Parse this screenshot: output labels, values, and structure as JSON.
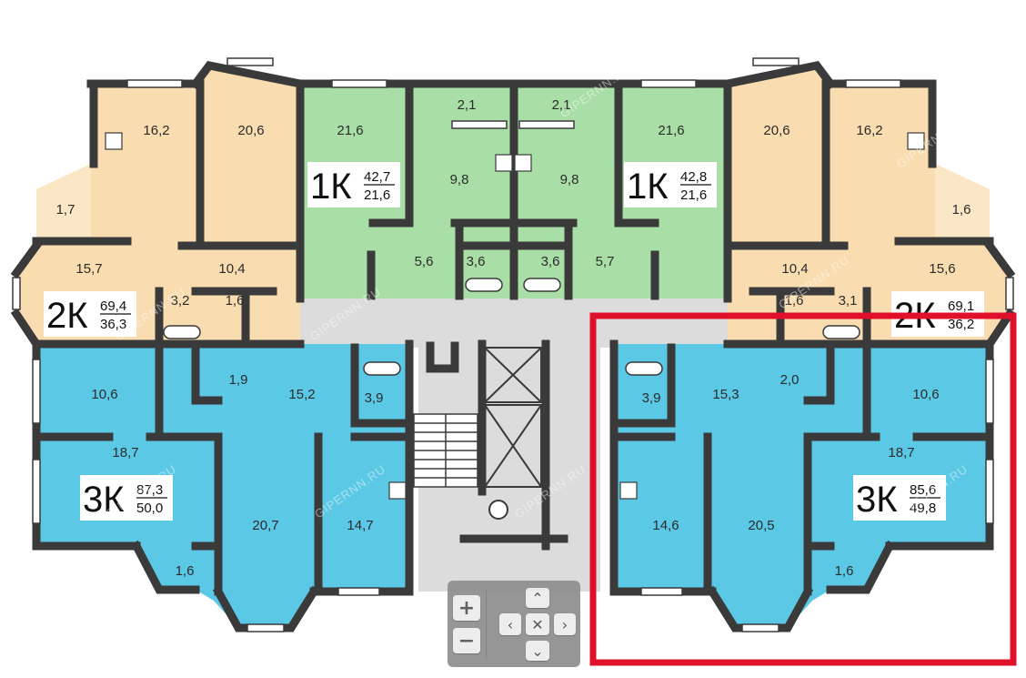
{
  "watermark": "GIPERNN.RU",
  "colors": {
    "peach": "#f9ddb1",
    "green": "#a9dfa6",
    "blue": "#5bc8e6",
    "hall": "#dcdcdc",
    "wall": "#3a3a3a",
    "window": "#ffffff",
    "highlight": "#e0102a"
  },
  "apartments": [
    {
      "id": "2k-left",
      "rooms_label": "2К",
      "total": "69,4",
      "living": "36,3"
    },
    {
      "id": "1k-left",
      "rooms_label": "1К",
      "total": "42,7",
      "living": "21,6"
    },
    {
      "id": "1k-right",
      "rooms_label": "1К",
      "total": "42,8",
      "living": "21,6"
    },
    {
      "id": "2k-right",
      "rooms_label": "2К",
      "total": "69,1",
      "living": "36,2"
    },
    {
      "id": "3k-left",
      "rooms_label": "3К",
      "total": "87,3",
      "living": "50,0"
    },
    {
      "id": "3k-right",
      "rooms_label": "3К",
      "total": "85,6",
      "living": "49,8"
    }
  ],
  "room_areas": [
    "16,2",
    "20,6",
    "21,6",
    "2,1",
    "2,1",
    "21,6",
    "20,6",
    "16,2",
    "1,7",
    "9,8",
    "9,8",
    "1,6",
    "5,6",
    "3,6",
    "3,6",
    "5,7",
    "15,7",
    "10,4",
    "10,4",
    "15,6",
    "3,2",
    "1,6",
    "1,6",
    "3,1",
    "10,6",
    "1,9",
    "15,2",
    "3,9",
    "3,9",
    "15,3",
    "2,0",
    "10,6",
    "18,7",
    "18,7",
    "20,7",
    "14,7",
    "14,6",
    "20,5",
    "1,6",
    "1,6"
  ],
  "controls": {
    "zoom_in": "+",
    "zoom_out": "−",
    "pan_up": "⌃",
    "pan_down": "⌄",
    "pan_left": "‹",
    "pan_right": "›",
    "pan_center": "✕"
  }
}
